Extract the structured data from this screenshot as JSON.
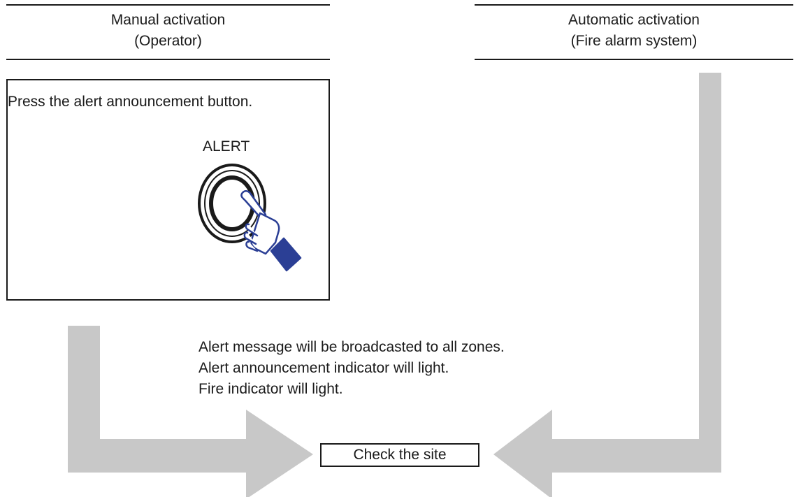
{
  "columns": {
    "manual": {
      "line1": "Manual activation",
      "line2": "(Operator)"
    },
    "automatic": {
      "line1": "Automatic activation",
      "line2": "(Fire alarm system)"
    }
  },
  "manual_box": {
    "instruction": "Press the alert announcement button.",
    "button_label": "ALERT"
  },
  "result": {
    "lines": [
      "Alert message will be broadcasted to all zones.",
      "Alert announcement indicator will light.",
      "Fire indicator will light."
    ]
  },
  "final_step": "Check the site",
  "colors": {
    "arrow": "#c8c8c8",
    "line": "#1a1a1a",
    "hand": "#2b3f95"
  }
}
